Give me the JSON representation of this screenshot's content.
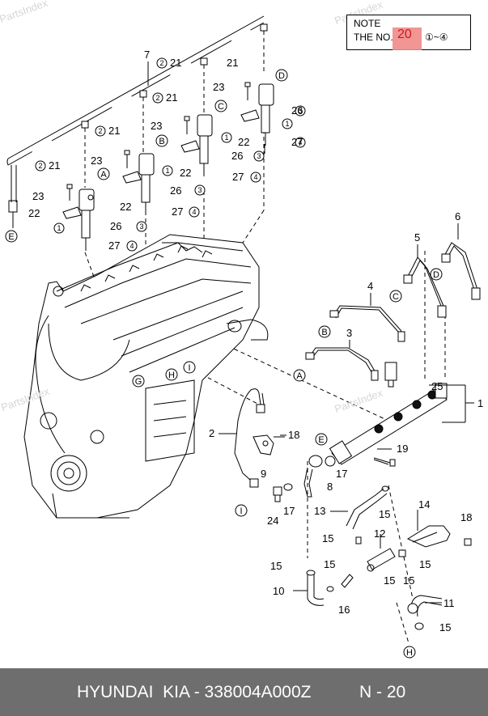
{
  "note": {
    "title": "NOTE",
    "line_prefix": "THE NO.",
    "highlight_number": "20",
    "range_start": "①",
    "range_sep": "~",
    "range_end": "④"
  },
  "watermarks": [
    "PartsIndex",
    "PartsIndex",
    "PartsIndex",
    "PartsIndex"
  ],
  "callouts": {
    "n1": "1",
    "n2": "2",
    "n3": "3",
    "n4": "4",
    "n5": "5",
    "n6": "6",
    "n7": "7",
    "n8": "8",
    "n9": "9",
    "n10": "10",
    "n11": "11",
    "n12": "12",
    "n13": "13",
    "n14": "14",
    "n15": "15",
    "n16": "16",
    "n17": "17",
    "n18": "18",
    "n19": "19",
    "n21": "21",
    "n22": "22",
    "n23": "23",
    "n24": "24",
    "n25": "25",
    "n26": "26",
    "n27": "27"
  },
  "circled_numbers": {
    "c1": "1",
    "c2": "2",
    "c3": "3",
    "c4": "4"
  },
  "letters": {
    "A": "A",
    "B": "B",
    "C": "C",
    "D": "D",
    "E": "E",
    "G": "G",
    "H": "H",
    "I": "I"
  },
  "footer": {
    "part_text": "HYUNDAI  KIA - 338004A000Z",
    "page_text": "N - 20"
  }
}
